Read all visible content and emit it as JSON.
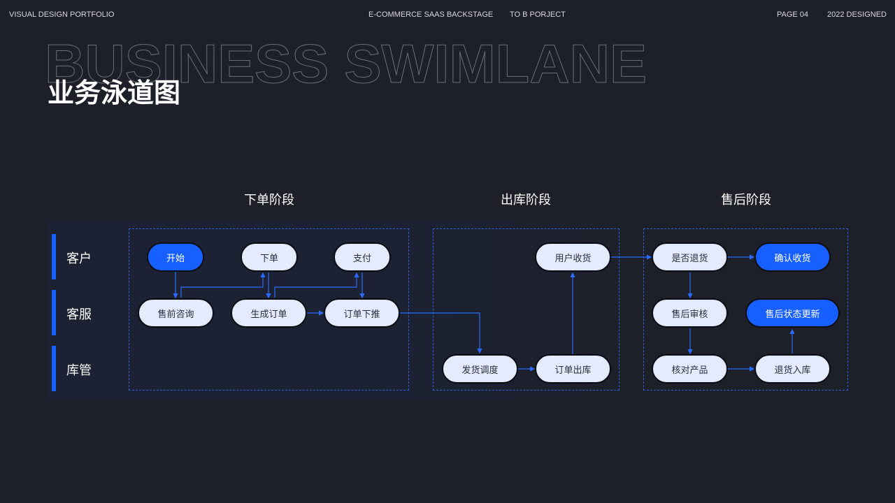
{
  "header": {
    "left": "VISUAL DESIGN PORTFOLIO",
    "center1": "E-COMMERCE SAAS BACKSTAGE",
    "center2": "TO B PORJECT",
    "page": "PAGE 04",
    "year": "2022 DESIGNED"
  },
  "title": {
    "en": "BUSINESS SWIMLANE",
    "cn": "业务泳道图"
  },
  "phases": [
    "下单阶段",
    "出库阶段",
    "售后阶段"
  ],
  "lanes": [
    "客户",
    "客服",
    "库管"
  ],
  "nodes": {
    "start": "开始",
    "order": "下单",
    "pay": "支付",
    "consult": "售前咨询",
    "create": "生成订单",
    "push": "订单下推",
    "dispatch": "发货调度",
    "outbound": "订单出库",
    "receive": "用户收货",
    "return_q": "是否退货",
    "confirm": "确认收货",
    "review": "售后审核",
    "status": "售后状态更新",
    "check": "核对产品",
    "restock": "退货入库"
  },
  "colors": {
    "accent": "#1760ff",
    "node": "#e3ebfd",
    "bg": "#1e2029"
  }
}
